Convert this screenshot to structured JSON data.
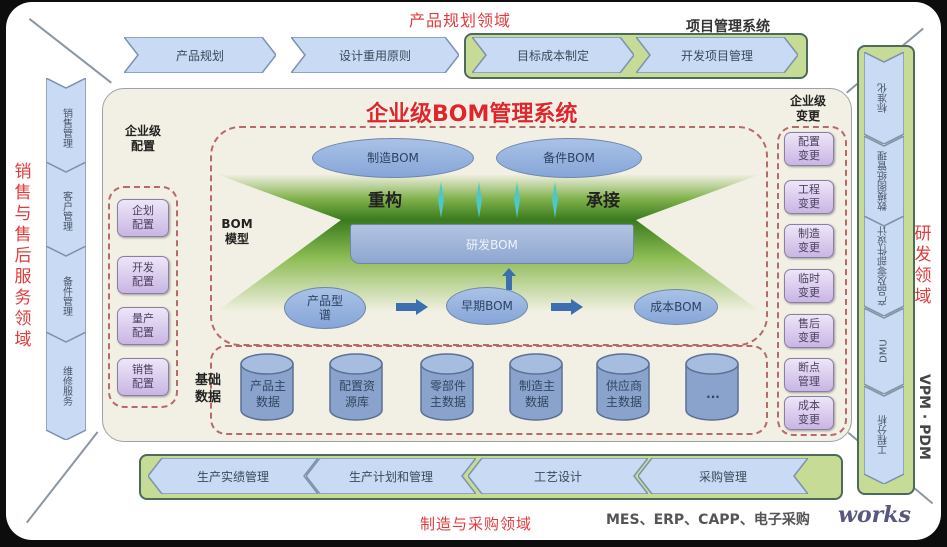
{
  "colors": {
    "domain_red": "#e23b3b",
    "title_red": "#e0262a",
    "chevron_blue": "#c8daf4",
    "frame_green": "#c6dc96",
    "config_purple": "#d8c8ee",
    "core_bg": "#f2f0e4"
  },
  "domains": {
    "top": "产品规划领域",
    "left": "销售与售后服务领域",
    "right": "研发领域",
    "bottom": "制造与采购领域"
  },
  "systems": {
    "project": "项目管理系统",
    "right": "VPM · PDM",
    "bottom": "MES、ERP、CAPP、电子采购"
  },
  "top_flow": [
    "产品规划",
    "设计重用原则",
    "目标成本制定",
    "开发项目管理"
  ],
  "left_flow": [
    "销售管理",
    "客户管理",
    "备件管理",
    "维修服务"
  ],
  "right_flow": [
    "标准化",
    "数模图纸管理",
    "产品及零部件设计",
    "DMU",
    "工程分析"
  ],
  "bottom_flow": [
    "生产实绩管理",
    "生产计划和管理",
    "工艺设计",
    "采购管理"
  ],
  "core": {
    "title": "企业级BOM管理系统",
    "config": {
      "title": "企业级配置",
      "items": [
        "企划配置",
        "开发配置",
        "量产配置",
        "销售配置"
      ]
    },
    "change": {
      "title": "企业级变更",
      "items": [
        "配置变更",
        "工程变更",
        "制造变更",
        "临时变更",
        "售后变更",
        "断点管理",
        "成本变更"
      ]
    },
    "bom_model": {
      "label": "BOM模型",
      "top_boms": [
        "制造BOM",
        "备件BOM"
      ],
      "restructure": "重构",
      "inherit": "承接",
      "center_bom": "研发BOM",
      "bottom_flow": [
        "产品型谱",
        "早期BOM",
        "成本BOM"
      ]
    },
    "base_data": {
      "label": "基础数据",
      "items": [
        "产品主数据",
        "配置资源库",
        "零部件主数据",
        "制造主数据",
        "供应商主数据",
        "..."
      ]
    }
  },
  "watermark": {
    "logo_text": "works"
  }
}
